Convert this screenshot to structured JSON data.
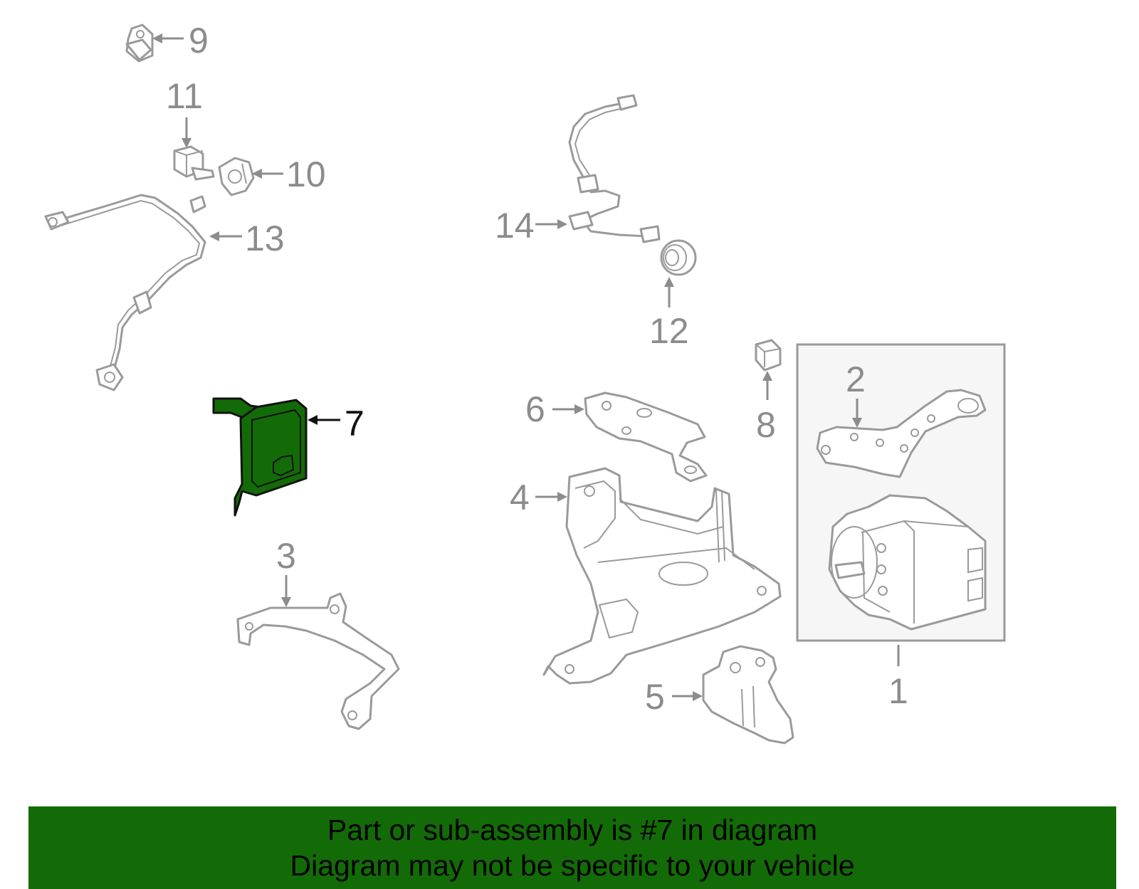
{
  "callouts": {
    "c1": "1",
    "c2": "2",
    "c3": "3",
    "c4": "4",
    "c5": "5",
    "c6": "6",
    "c7": "7",
    "c8": "8",
    "c9": "9",
    "c10": "10",
    "c11": "11",
    "c12": "12",
    "c13": "13",
    "c14": "14"
  },
  "highlighted_part": "7",
  "footer": {
    "line1": "Part or sub-assembly is #7 in diagram",
    "line2": "Diagram may not be specific to your vehicle"
  },
  "colors": {
    "highlight_fill": "#136b07",
    "footer_background": "#136b07",
    "part_stroke": "#9a9a9a"
  }
}
